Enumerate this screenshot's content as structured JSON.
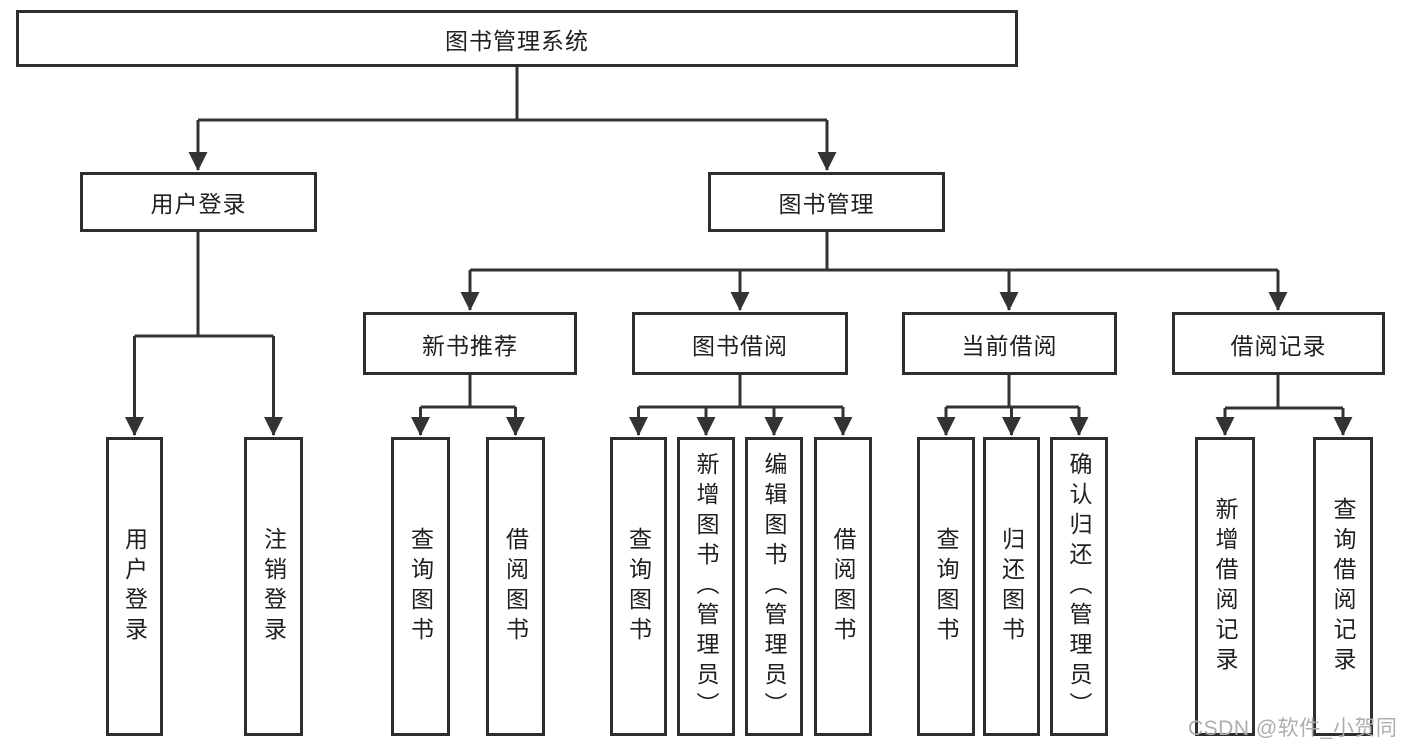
{
  "diagram": {
    "type": "hierarchy-diagram",
    "colors": {
      "line": "#333333",
      "box_border": "#2e2e2e",
      "box_background": "#ffffff",
      "text": "#1f1f1f",
      "watermark": "#aeaeae",
      "background": "#ffffff"
    },
    "watermark": "CSDN @软件_小贺同学",
    "tree": {
      "label": "图书管理系统",
      "children": [
        {
          "label": "用户登录",
          "children": [
            {
              "label": "用户登录"
            },
            {
              "label": "注销登录"
            }
          ]
        },
        {
          "label": "图书管理",
          "children": [
            {
              "label": "新书推荐",
              "children": [
                {
                  "label": "查询图书"
                },
                {
                  "label": "借阅图书"
                }
              ]
            },
            {
              "label": "图书借阅",
              "children": [
                {
                  "label": "查询图书"
                },
                {
                  "label": "新增图书（管理员）"
                },
                {
                  "label": "编辑图书（管理员）"
                },
                {
                  "label": "借阅图书"
                }
              ]
            },
            {
              "label": "当前借阅",
              "children": [
                {
                  "label": "查询图书"
                },
                {
                  "label": "归还图书"
                },
                {
                  "label": "确认归还（管理员）"
                }
              ]
            },
            {
              "label": "借阅记录",
              "children": [
                {
                  "label": "新增借阅记录"
                },
                {
                  "label": "查询借阅记录"
                }
              ]
            }
          ]
        }
      ]
    }
  }
}
